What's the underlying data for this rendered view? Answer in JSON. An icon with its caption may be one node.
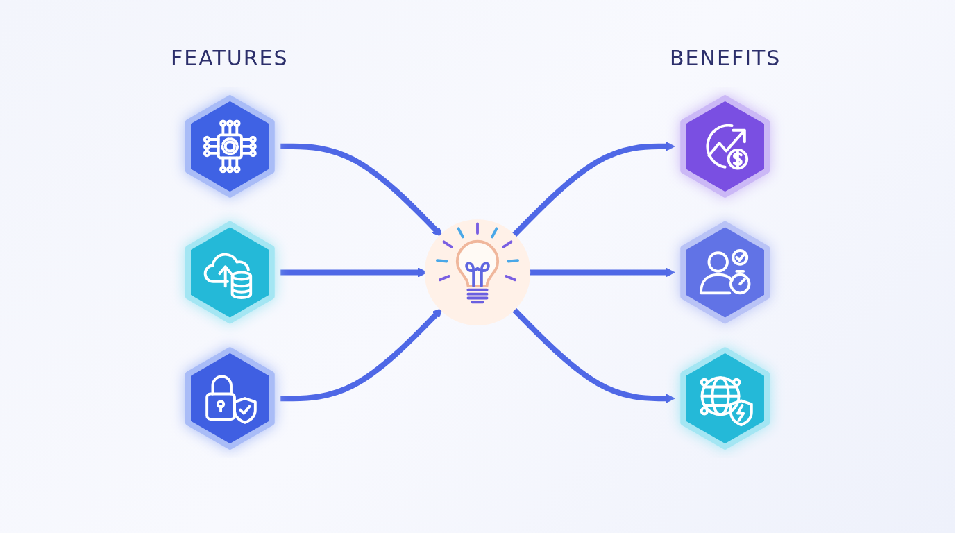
{
  "diagram": {
    "nodes": [
      {
        "text": [],
        "shape": "hexagon"
      },
      {
        "text": [],
        "shape": "hexagon"
      },
      {
        "text": [],
        "shape": "hexagon"
      },
      {
        "text": [],
        "shape": "picture"
      },
      {
        "text": [],
        "shape": "hexagon"
      },
      {
        "text": [],
        "shape": "hexagon"
      },
      {
        "text": [],
        "shape": "hexagon"
      }
    ],
    "edges": [
      {
        "from": 0,
        "to": 3,
        "arrow": "to"
      },
      {
        "from": 1,
        "to": 3,
        "arrow": "to"
      },
      {
        "from": 2,
        "to": 3,
        "arrow": "to"
      },
      {
        "from": 3,
        "to": 4,
        "arrow": "to"
      },
      {
        "from": 3,
        "to": 5,
        "arrow": "to"
      },
      {
        "from": 3,
        "to": 6,
        "arrow": "to"
      }
    ],
    "labels": [
      "FEATURES",
      "BENEFITS"
    ]
  }
}
